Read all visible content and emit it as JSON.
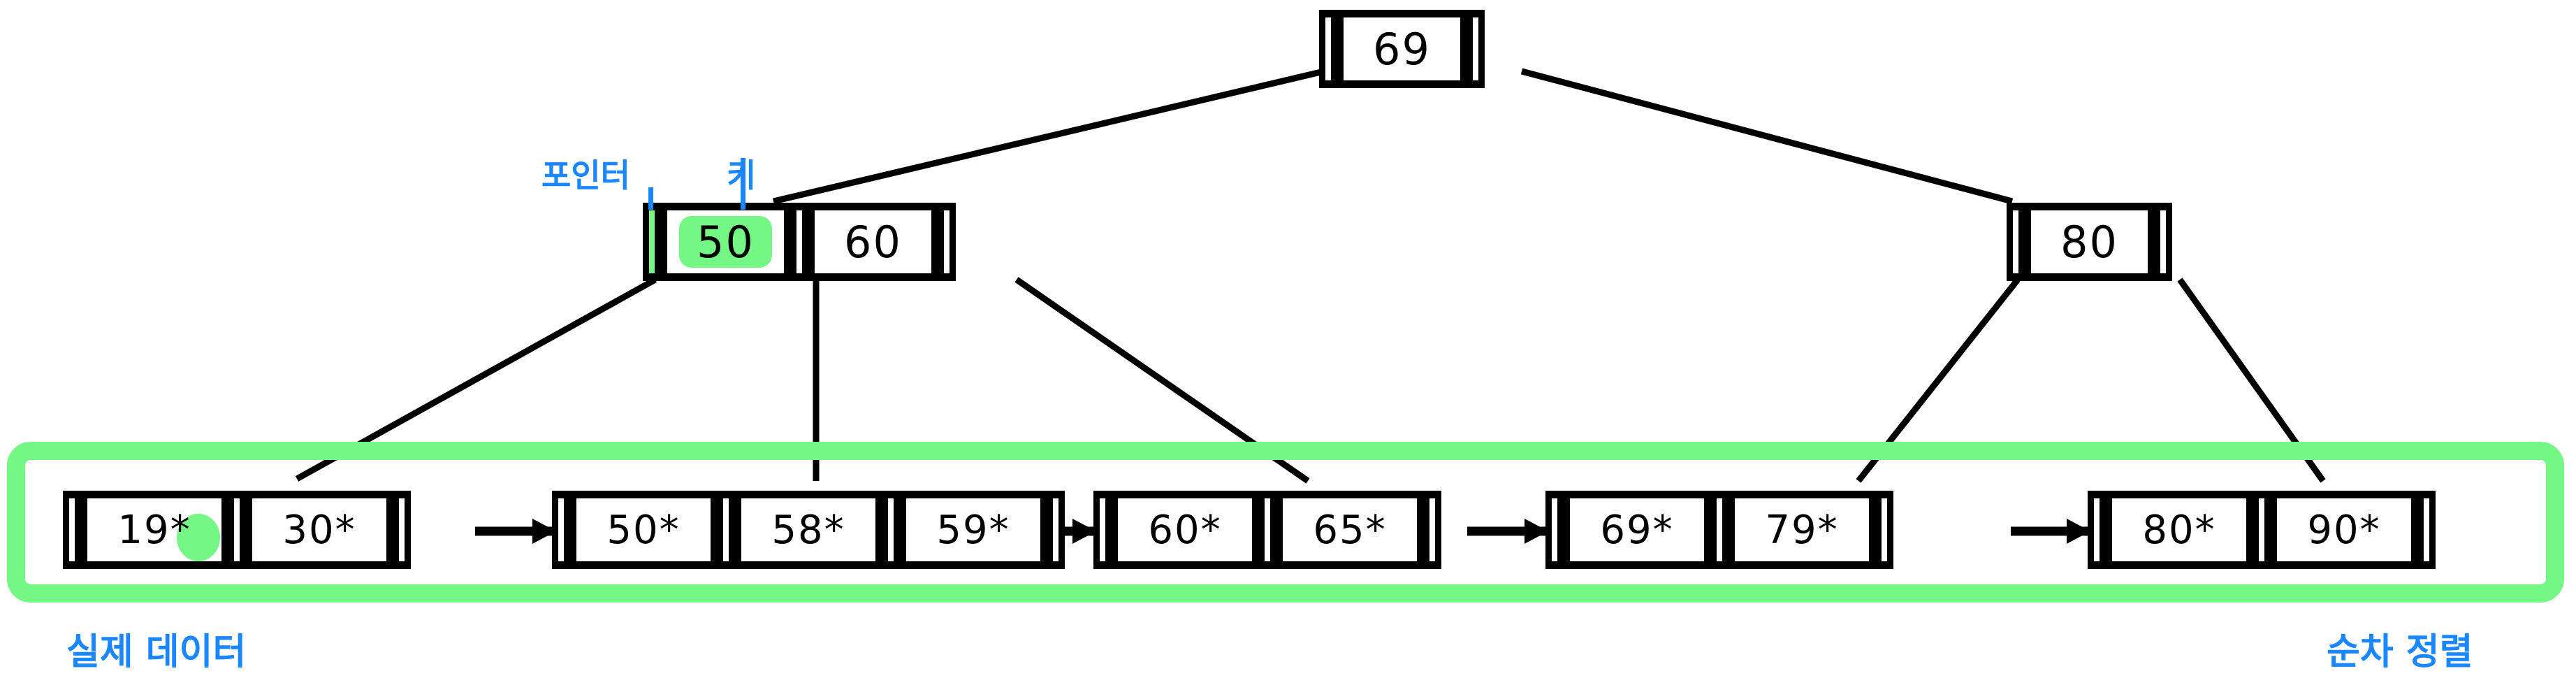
{
  "diagram": {
    "title": "B+ Tree structure diagram",
    "colors": {
      "ink": "#000000",
      "annotation": "#1a86ff",
      "highlight": "#74f785",
      "background": "#ffffff"
    }
  },
  "annotations": {
    "pointer_label": "포인터",
    "key_label": "키",
    "actual_data_label": "실제 데이터",
    "sequential_order_label": "순차 정렬"
  },
  "tree": {
    "root": {
      "keys": [
        "69"
      ],
      "pointers": 2
    },
    "internal": [
      {
        "id": "internal-left",
        "keys": [
          "50",
          "60"
        ],
        "pointers": 3,
        "highlighted_key_index": 0,
        "highlighted_pointer_index": 0
      },
      {
        "id": "internal-right",
        "keys": [
          "80"
        ],
        "pointers": 2
      }
    ],
    "leaves": [
      {
        "id": "leaf-1",
        "entries": [
          "19*",
          "30*"
        ],
        "highlighted_entry_index": 0
      },
      {
        "id": "leaf-2",
        "entries": [
          "50*",
          "58*",
          "59*"
        ]
      },
      {
        "id": "leaf-3",
        "entries": [
          "60*",
          "65*"
        ]
      },
      {
        "id": "leaf-4",
        "entries": [
          "69*",
          "79*"
        ]
      },
      {
        "id": "leaf-5",
        "entries": [
          "80*",
          "90*"
        ]
      }
    ]
  }
}
